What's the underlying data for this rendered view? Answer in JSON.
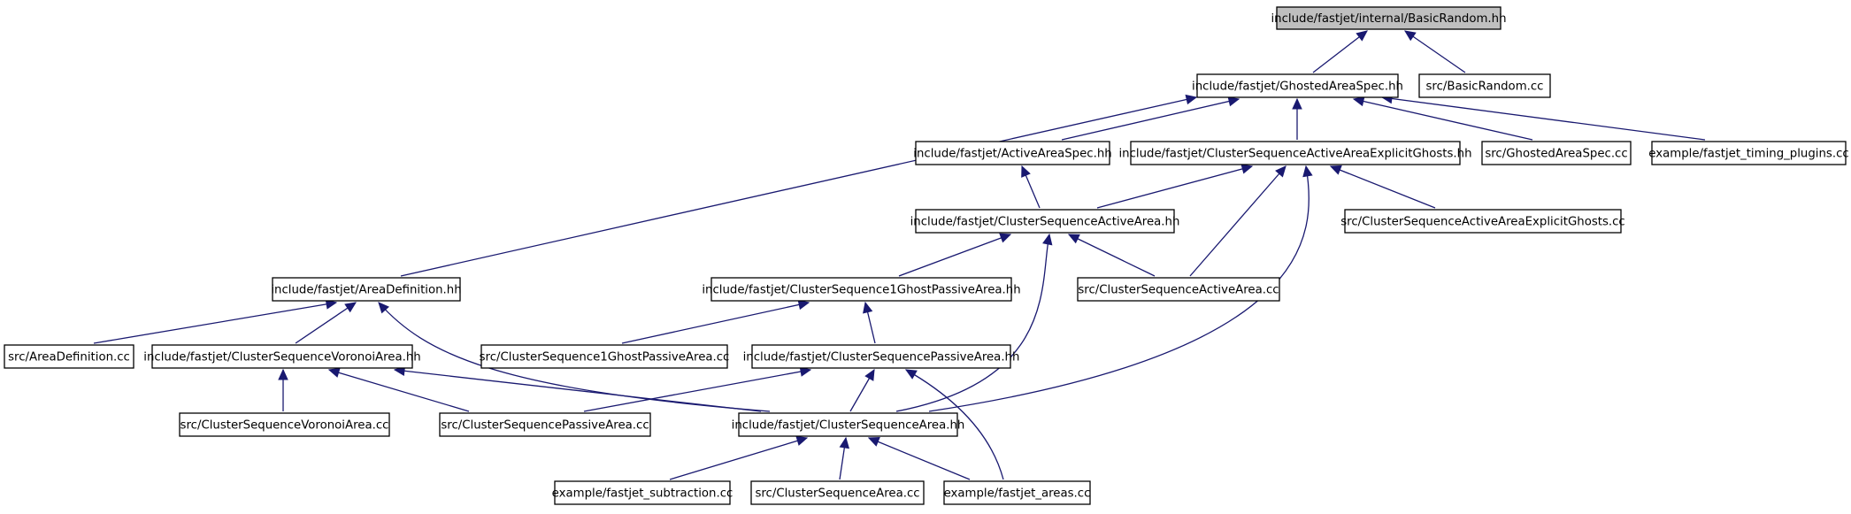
{
  "colors": {
    "edge": "#191970",
    "root_fill": "#bfbfbf",
    "node_fill": "#ffffff",
    "border": "#000000"
  },
  "nodes": [
    {
      "id": "basic_random_hh",
      "label": "include/fastjet/internal/BasicRandom.hh",
      "root": true
    },
    {
      "id": "ghosted_area_spec_hh",
      "label": "include/fastjet/GhostedAreaSpec.hh"
    },
    {
      "id": "basic_random_cc",
      "label": "src/BasicRandom.cc"
    },
    {
      "id": "active_area_spec_hh",
      "label": "include/fastjet/ActiveAreaSpec.hh"
    },
    {
      "id": "csaeg_hh",
      "label": "include/fastjet/ClusterSequenceActiveAreaExplicitGhosts.hh"
    },
    {
      "id": "ghosted_area_spec_cc",
      "label": "src/GhostedAreaSpec.cc"
    },
    {
      "id": "timing_plugins_cc",
      "label": "example/fastjet_timing_plugins.cc"
    },
    {
      "id": "csaa_hh",
      "label": "include/fastjet/ClusterSequenceActiveArea.hh"
    },
    {
      "id": "csaeg_cc",
      "label": "src/ClusterSequenceActiveAreaExplicitGhosts.cc"
    },
    {
      "id": "area_definition_hh",
      "label": "include/fastjet/AreaDefinition.hh"
    },
    {
      "id": "cs1gpa_hh",
      "label": "include/fastjet/ClusterSequence1GhostPassiveArea.hh"
    },
    {
      "id": "csaa_cc",
      "label": "src/ClusterSequenceActiveArea.cc"
    },
    {
      "id": "area_definition_cc",
      "label": "src/AreaDefinition.cc"
    },
    {
      "id": "csva_hh",
      "label": "include/fastjet/ClusterSequenceVoronoiArea.hh"
    },
    {
      "id": "cs1gpa_cc",
      "label": "src/ClusterSequence1GhostPassiveArea.cc"
    },
    {
      "id": "cspa_hh",
      "label": "include/fastjet/ClusterSequencePassiveArea.hh"
    },
    {
      "id": "csva_cc",
      "label": "src/ClusterSequenceVoronoiArea.cc"
    },
    {
      "id": "cspa_cc",
      "label": "src/ClusterSequencePassiveArea.cc"
    },
    {
      "id": "csarea_hh",
      "label": "include/fastjet/ClusterSequenceArea.hh"
    },
    {
      "id": "subtraction_cc",
      "label": "example/fastjet_subtraction.cc"
    },
    {
      "id": "csarea_cc",
      "label": "src/ClusterSequenceArea.cc"
    },
    {
      "id": "areas_cc",
      "label": "example/fastjet_areas.cc"
    }
  ],
  "edges": [
    {
      "from": "basic_random_hh",
      "to": "ghosted_area_spec_hh"
    },
    {
      "from": "basic_random_hh",
      "to": "basic_random_cc"
    },
    {
      "from": "ghosted_area_spec_hh",
      "to": "area_definition_hh"
    },
    {
      "from": "ghosted_area_spec_hh",
      "to": "active_area_spec_hh"
    },
    {
      "from": "ghosted_area_spec_hh",
      "to": "csaeg_hh"
    },
    {
      "from": "ghosted_area_spec_hh",
      "to": "ghosted_area_spec_cc"
    },
    {
      "from": "ghosted_area_spec_hh",
      "to": "timing_plugins_cc"
    },
    {
      "from": "active_area_spec_hh",
      "to": "csaa_hh"
    },
    {
      "from": "csaeg_hh",
      "to": "csaa_hh"
    },
    {
      "from": "csaeg_hh",
      "to": "csaa_cc"
    },
    {
      "from": "csaeg_hh",
      "to": "csaeg_cc"
    },
    {
      "from": "csaeg_hh",
      "to": "csarea_hh"
    },
    {
      "from": "csaa_hh",
      "to": "cs1gpa_hh"
    },
    {
      "from": "csaa_hh",
      "to": "csaa_cc"
    },
    {
      "from": "csaa_hh",
      "to": "csarea_hh"
    },
    {
      "from": "area_definition_hh",
      "to": "area_definition_cc"
    },
    {
      "from": "area_definition_hh",
      "to": "csva_hh"
    },
    {
      "from": "area_definition_hh",
      "to": "csarea_hh"
    },
    {
      "from": "cs1gpa_hh",
      "to": "cs1gpa_cc"
    },
    {
      "from": "cs1gpa_hh",
      "to": "cspa_hh"
    },
    {
      "from": "csva_hh",
      "to": "csva_cc"
    },
    {
      "from": "csva_hh",
      "to": "cspa_cc"
    },
    {
      "from": "csva_hh",
      "to": "csarea_hh"
    },
    {
      "from": "cspa_hh",
      "to": "cspa_cc"
    },
    {
      "from": "cspa_hh",
      "to": "csarea_hh"
    },
    {
      "from": "cspa_hh",
      "to": "areas_cc"
    },
    {
      "from": "csarea_hh",
      "to": "subtraction_cc"
    },
    {
      "from": "csarea_hh",
      "to": "csarea_cc"
    },
    {
      "from": "csarea_hh",
      "to": "areas_cc"
    }
  ]
}
